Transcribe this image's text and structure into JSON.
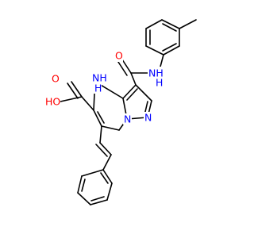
{
  "colors": {
    "bond": "#000000",
    "oxygen": "#ff0000",
    "nitrogen": "#0000ff",
    "background": "#ffffff"
  },
  "labels": {
    "hydroxyl": "HO",
    "carbonyl_o_acid": "O",
    "carbonyl_o_amide": "O",
    "ring_nh": "NH",
    "ring_h": "H",
    "amide_nh": "NH",
    "amide_h": "H",
    "pyrazole_n1": "N",
    "pyrazole_n2": "N"
  }
}
